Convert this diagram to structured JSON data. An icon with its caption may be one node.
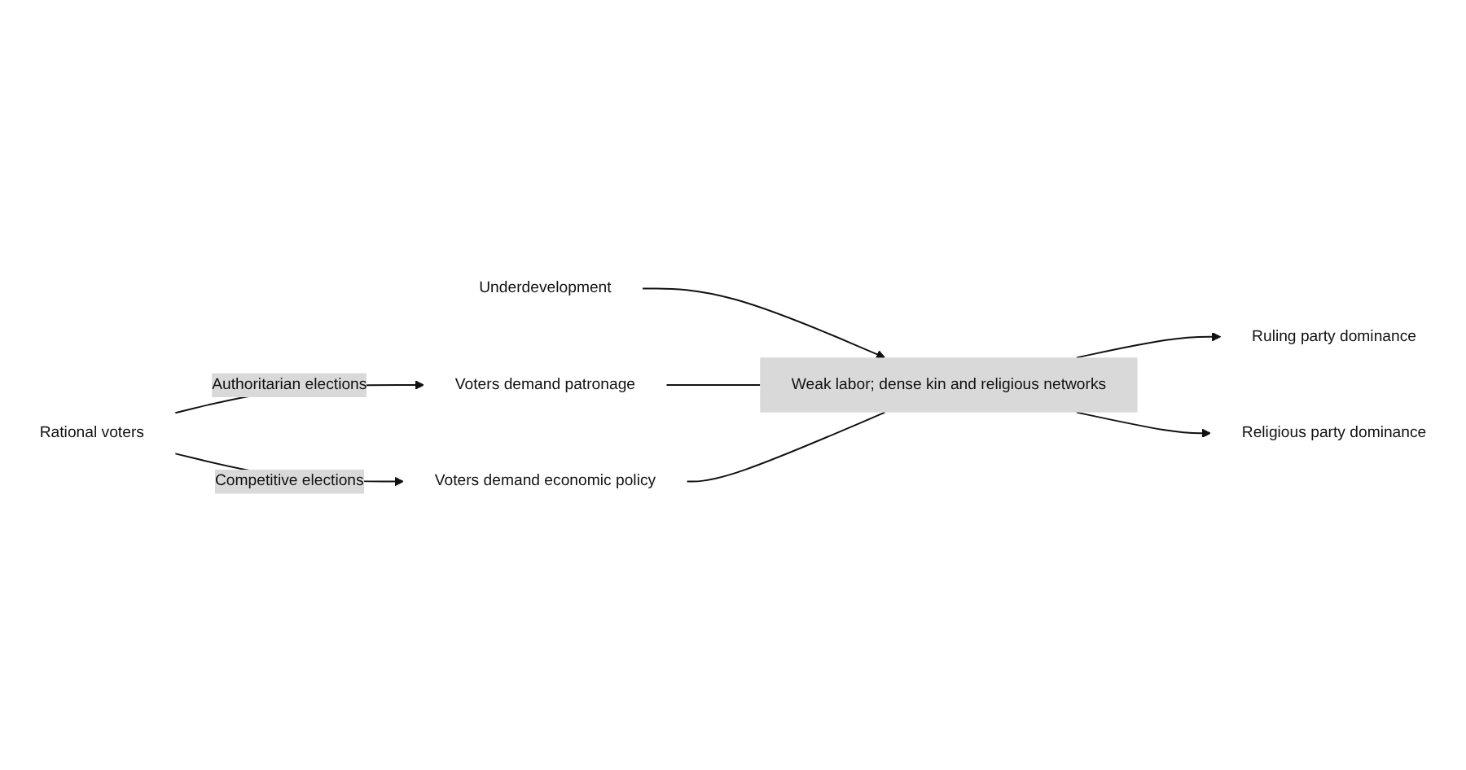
{
  "diagram": {
    "nodes": [
      {
        "text": [
          "Rational voters"
        ]
      },
      {
        "text": [
          "Voters demand patronage"
        ]
      },
      {
        "text": [
          "Voters demand economic policy"
        ]
      },
      {
        "text": [
          "Underdevelopment"
        ]
      },
      {
        "text": [
          "Weak labor; dense kin and religious networks"
        ]
      },
      {
        "text": [
          "Ruling party dominance"
        ]
      },
      {
        "text": [
          "Religious party dominance"
        ]
      }
    ],
    "edges": [
      {
        "from": 0,
        "to": 1,
        "arrow": "to",
        "label": "Authoritarian elections"
      },
      {
        "from": 0,
        "to": 2,
        "arrow": "to",
        "label": "Competitive elections"
      },
      {
        "from": 3,
        "to": 4,
        "arrow": "to"
      },
      {
        "from": 1,
        "to": 4,
        "arrow": "none"
      },
      {
        "from": 2,
        "to": 4,
        "arrow": "none"
      },
      {
        "from": 4,
        "to": 5,
        "arrow": "to"
      },
      {
        "from": 4,
        "to": 6,
        "arrow": "to"
      }
    ]
  }
}
